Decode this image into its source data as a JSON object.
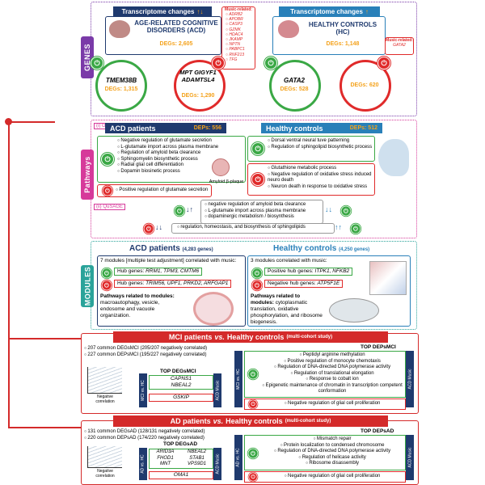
{
  "colors": {
    "navy": "#1f3a6e",
    "green": "#3aa845",
    "red": "#e02a2a",
    "purple": "#7a3aa8",
    "pink": "#d63a9a",
    "teal": "#2aa39a",
    "orange": "#f4a21c"
  },
  "genes": {
    "label": "GENES",
    "acd": {
      "header": "Transcriptome changes",
      "title": "AGE-RELATED COGNITIVE DISORDERS (ACD)",
      "degs_label": "DEGs:",
      "degs": "2,605",
      "up_genes": "TMEM38B",
      "up_degs": "DEGs: 1,315",
      "down_genes": "MPT GIGYF1 ADAMTSL4",
      "down_degs": "DEGs: 1,290"
    },
    "music_acd": {
      "title": "Music-related:",
      "items": [
        "ADRB2",
        "APOBR",
        "CASP3",
        "GZMK",
        "HDAC4",
        "JKAMP",
        "NPTN",
        "PABPC1",
        "RNF213",
        "TFG"
      ]
    },
    "hc": {
      "header": "Transcriptome changes",
      "title": "HEALTHY CONTROLS (HC)",
      "degs_label": "DEGs:",
      "degs": "1,148",
      "up_genes": "GATA2",
      "up_degs": "DEGs: 528",
      "down_degs": "DEGs: 620"
    },
    "music_hc": {
      "title": "Music-related:",
      "items": [
        "GATA2"
      ]
    }
  },
  "pathways": {
    "label": "Pathways",
    "gsva": "(i) GSVA",
    "qusage": "(ii) QuSAGE",
    "acd": {
      "title": "ACD patients",
      "deps": "DEPs: 556",
      "up": [
        "Negative regulation of glutamate secretion",
        "L-glutamate import across plasma membrane",
        "Regulation of amyloid beta clearance",
        "Sphingomyelin biosynthetic process",
        "Radial glial cell differentiation",
        "Dopamin biosinetic process"
      ],
      "down": [
        "Positive regulation of glutamate secretion"
      ],
      "plaque": "Amyloid β-plaque"
    },
    "hc": {
      "title": "Healthy controls",
      "deps": "DEPs: 512",
      "up": [
        "Dorsal ventral neural tuve patterning",
        "Regulation of sphingolipid biosynthetic process"
      ],
      "down": [
        "Glutathione metabolic process",
        "Negative regulation of oxidative stress induced neuro death",
        "Neuron death in response to oxidative stress"
      ]
    },
    "qu_list": [
      "negative regulation of amyloid beta clearance",
      "L-glutamate import across plasma membrane",
      "dopaminergic metabolism / biosynthesis"
    ],
    "qu_bottom": "regulation, homeostasis, and biosynthesis of sphingolipids"
  },
  "modules": {
    "label": "MODULES",
    "acd": {
      "title": "ACD patients",
      "count": "(4,283 genes)",
      "intro": "7 modules [multiple test adjustment] correlated with music:",
      "up_hub_label": "Hub genes:",
      "up_hub": "RRM1, TPM3, CMTM6",
      "down_hub_label": "Hub genes:",
      "down_hub": "TRIM56, UPF1, PRKD2, ARFGAP1",
      "path_label": "Pathways related to modules:",
      "path_text": "macroautophagy, vesicle, endosome and vacuole organization."
    },
    "hc": {
      "title": "Healthy controls",
      "count": "(4,250 genes)",
      "intro": "3 modules correlated with music:",
      "up_hub_label": "Positive hub genes:",
      "up_hub": "ITPK1, NFKB2",
      "down_hub_label": "Negative hub genes:",
      "down_hub": "ATP5F1E",
      "path_label": "Pathways related to modules:",
      "path_text": "cytoplasmatic translation, oxidative phosphorylation, and ribosome biogenesis."
    }
  },
  "mci": {
    "title": "MCI patients",
    "vs": "vs.",
    "title2": "Healthy controls",
    "sub": "(multi-cohort study)",
    "line1": "207 common DEGsMCI (205/207 negatively correlated)",
    "line2": "227 common DEPsMCI (195/227 negatively correlated)",
    "top_degs": "TOP DEGsMCI",
    "top_deps": "TOP DEPsMCI",
    "neg": "Negative correlation",
    "side_left": "MCI vs. HC",
    "side_right": "ACD Music",
    "side_left2": "MCI vs. HC",
    "side_right2": "ACD Music",
    "up_genes": [
      "CAPNS1",
      "NBEAL2"
    ],
    "down_genes": [
      "GSKIP"
    ],
    "up_paths": [
      "Peptidyl arginine methylation",
      "Positive regulation of monocyte chemotaxis",
      "Regulation of DNA-directed DNA polymerase activity",
      "Regulation of translational elongation",
      "Response to cobalt ion",
      "Epigenetic maintenance of chromatin in transcription competent conformation"
    ],
    "down_paths": [
      "Negative regulation of glial cell proliferation"
    ]
  },
  "ad": {
    "title": "AD patients",
    "vs": "vs.",
    "title2": "Healthy controls",
    "sub": "(multi-cohort study)",
    "line1": "131 common DEGsAD (128/131 negatively correlated)",
    "line2": "220 common DEPsAD (174/220 negatively correlated)",
    "top_degs": "TOP DEGsAD",
    "top_deps": "TOP DEPsAD",
    "neg": "Negative correlation",
    "side_left": "AD vs. HC",
    "side_right": "ACD Music",
    "side_left2": "AD vs. HC",
    "side_right2": "ACD Music",
    "up_genes": [
      "ARID3A",
      "NBEAL2",
      "FHOD1",
      "STAB1",
      "MNT",
      "VPS9D1"
    ],
    "down_genes": [
      "OMA1"
    ],
    "up_paths": [
      "Mismatch repair",
      "Protein localization to condensed chromosome",
      "Regulation of DNA-directed DNA polymerase activity",
      "Regulation of helicase activity",
      "Ribosome disassembly"
    ],
    "down_paths": [
      "Negative regulation of glial cell proliferation"
    ]
  }
}
